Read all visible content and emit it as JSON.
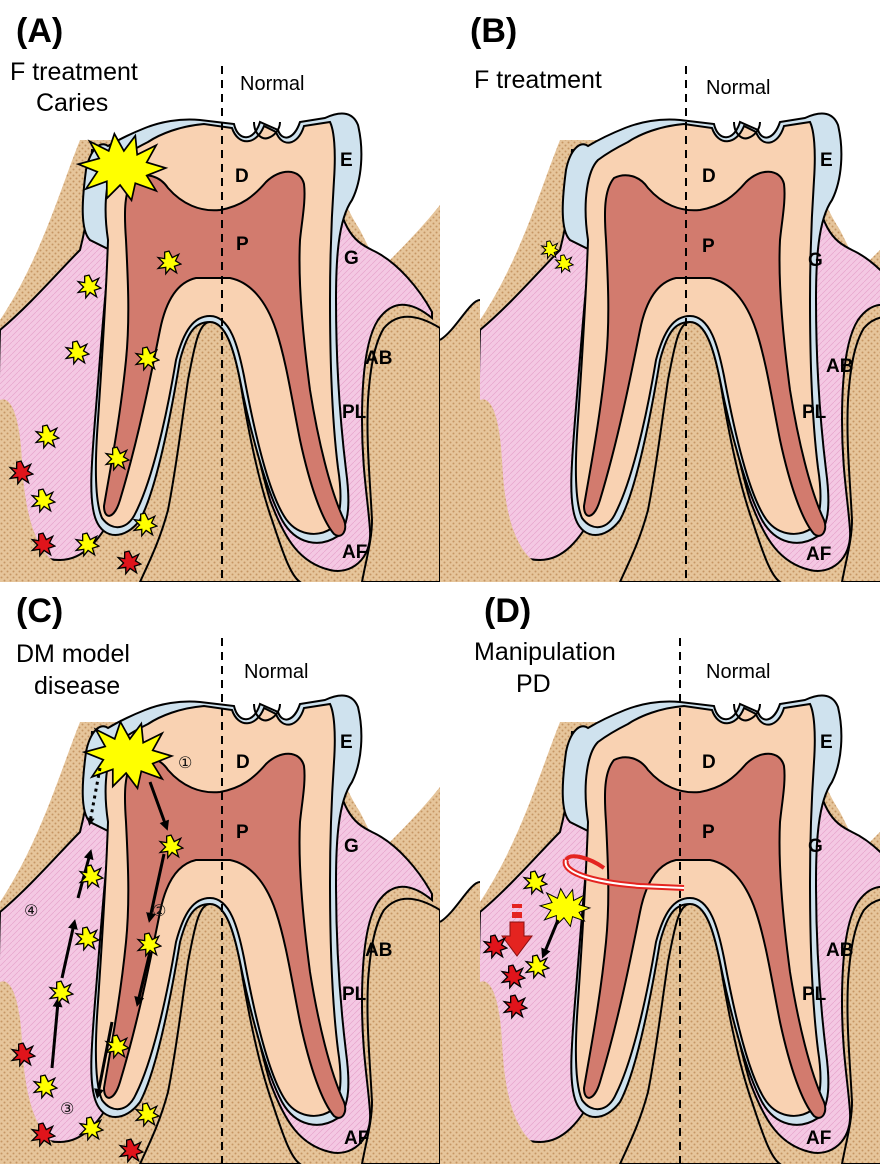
{
  "panels": [
    {
      "id": "A",
      "label": "(A)",
      "text_lines": [
        "F treatment",
        "Caries"
      ],
      "normal": "Normal"
    },
    {
      "id": "B",
      "label": "(B)",
      "text_lines": [
        "F treatment"
      ],
      "normal": "Normal"
    },
    {
      "id": "C",
      "label": "(C)",
      "text_lines": [
        "DM model",
        "disease"
      ],
      "normal": "Normal",
      "steps": [
        "①",
        "②",
        "③",
        "④"
      ]
    },
    {
      "id": "D",
      "label": "(D)",
      "text_lines": [
        "Manipulation",
        "PD"
      ],
      "normal": "Normal"
    }
  ],
  "tissue_labels": {
    "enamel": "E",
    "dentin": "D",
    "pulp": "P",
    "gingiva": "G",
    "alveolar_bone": "AB",
    "periodontal_ligament": "PL",
    "apical_foramen": "AF"
  },
  "colors": {
    "bone": "#e2bf93",
    "gingiva": "#f4c6e2",
    "enamel": "#cfe2ee",
    "dentin": "#f9d2b2",
    "pulp": "#d27b6e",
    "yellow_cell": "#ffff00",
    "red_cell": "#e0141b",
    "arrow_red": "#e42420"
  }
}
